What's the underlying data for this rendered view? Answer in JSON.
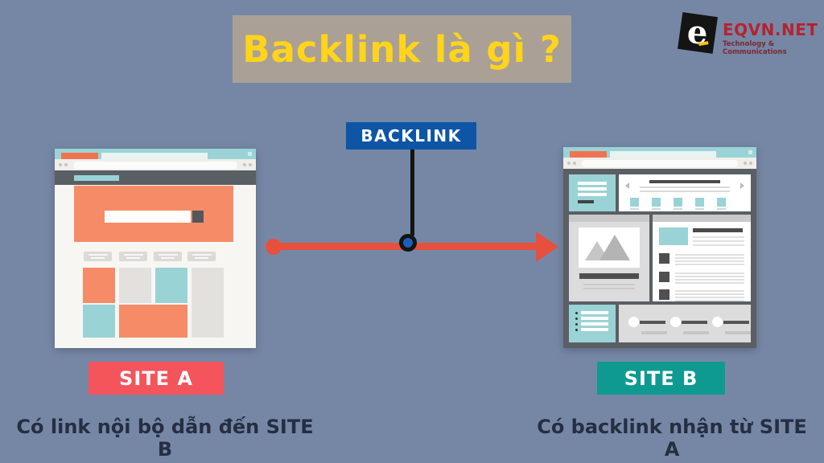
{
  "title": {
    "text": "Backlink là gì ?"
  },
  "logo": {
    "letter": "e",
    "name": "EQVN.NET",
    "tagline": "Technology & Communications"
  },
  "backlink": {
    "label": "BACKLINK"
  },
  "site_a": {
    "label": "SITE A",
    "caption": "Có link nội bộ dẫn đến SITE B"
  },
  "site_b": {
    "label": "SITE B",
    "caption": "Có backlink nhận từ SITE A"
  },
  "colors": {
    "background": "#7687a6",
    "title_bg": "#aba096",
    "title_text": "#ffd41a",
    "logo_red": "#b5232e",
    "logo_tagline": "#7a2830",
    "backlink_bg": "#0e55a6",
    "node_blue": "#1a60b4",
    "arrow_red": "#e6503d",
    "site_a_red": "#f4545c",
    "site_b_teal": "#0f9a91",
    "teal_light": "#9ad3d6",
    "salmon": "#f68c67",
    "tab_orange": "#ef7350",
    "dark_gray": "#5a5f64",
    "caption_dark": "#252e42"
  }
}
